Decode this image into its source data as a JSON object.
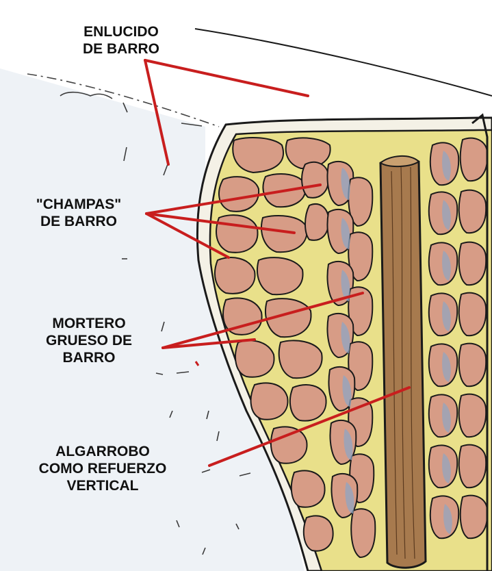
{
  "labels": {
    "enlucido": {
      "line1": "ENLUCIDO",
      "line2": "DE BARRO"
    },
    "champas": {
      "line1": "\"CHAMPAS\"",
      "line2": "DE BARRO"
    },
    "mortero": {
      "line1": "MORTERO",
      "line2": "GRUESO DE",
      "line3": "BARRO"
    },
    "algarrobo": {
      "line1": "ALGARROBO",
      "line2": "COMO REFUERZO",
      "line3": "VERTICAL"
    }
  },
  "colors": {
    "leader_line": "#c81e1e",
    "mud_plaster": "#e9eef2",
    "mortar": "#e9e08a",
    "mud_block": "#d79c86",
    "block_shadow": "#8fa6c4",
    "wood": "#a77a4e",
    "outline": "#1a1a1a"
  }
}
